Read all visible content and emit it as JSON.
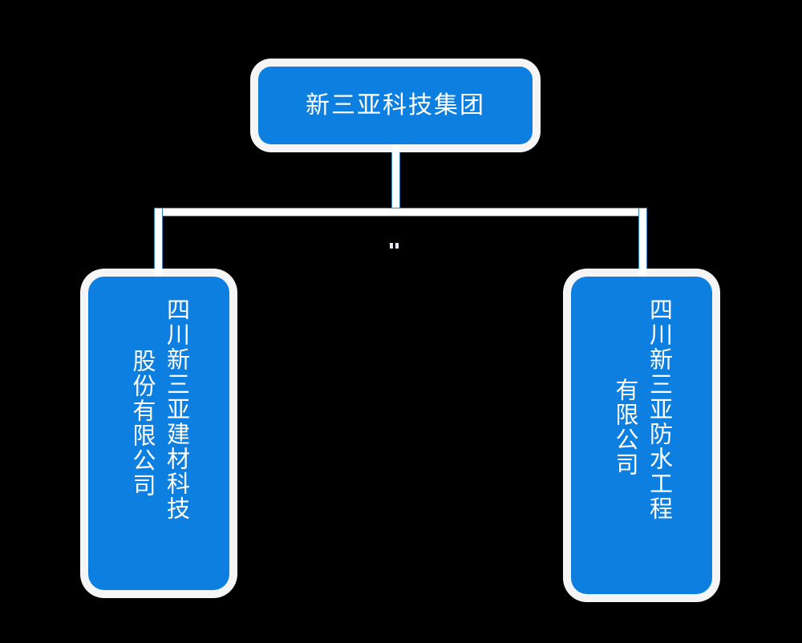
{
  "diagram": {
    "type": "organization-chart",
    "title_text": "新三亚科技集团",
    "background_color": "#000000",
    "node_fill_color": "#0d7fe0",
    "node_text_color": "#ffffff",
    "connector_color": "#ffffff",
    "connector_outline_color": "#2f86c8"
  },
  "root": {
    "label": "新三亚科技集团"
  },
  "children": [
    {
      "full_label": "四川新三亚建材科技股份有限公司",
      "columns": [
        "四川新三亚建材科技",
        "股份有限公司"
      ]
    },
    {
      "full_label": "四川新三亚防水工程有限公司",
      "columns": [
        "四川新三亚防水工程",
        "有限公司"
      ]
    }
  ]
}
